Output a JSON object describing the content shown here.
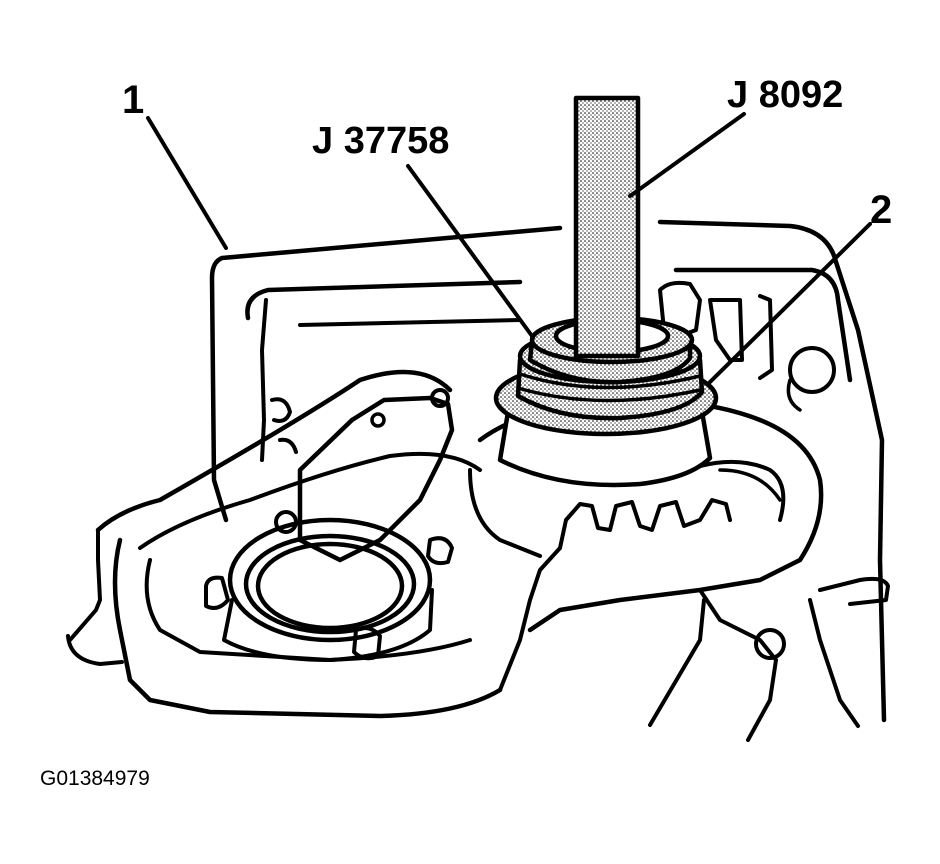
{
  "figure": {
    "figure_id": "G01384979",
    "callouts": {
      "housing": "1",
      "seal": "2",
      "installer_tool": "J 37758",
      "driver_handle": "J 8092"
    }
  }
}
